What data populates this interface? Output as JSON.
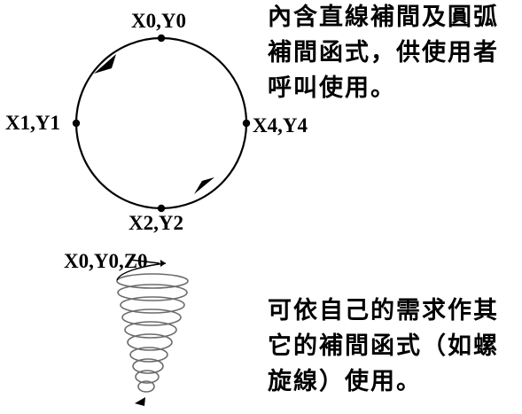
{
  "circle_diagram": {
    "points": {
      "p0": "X0,Y0",
      "p1": "X1,Y1",
      "p2": "X2,Y2",
      "p4": "X4,Y4"
    },
    "description": [
      "內含直線補間及圓弧",
      "補間函式，供使用者",
      "呼叫使用。"
    ]
  },
  "spiral_diagram": {
    "start_label": "X0,Y0,Z0",
    "description": [
      "可依自己的需求作其",
      "它的補間函式（如螺",
      "旋線）使用。"
    ]
  },
  "colors": {
    "stroke": "#000000",
    "spiral": "#6b6b6b",
    "background": "#ffffff"
  }
}
